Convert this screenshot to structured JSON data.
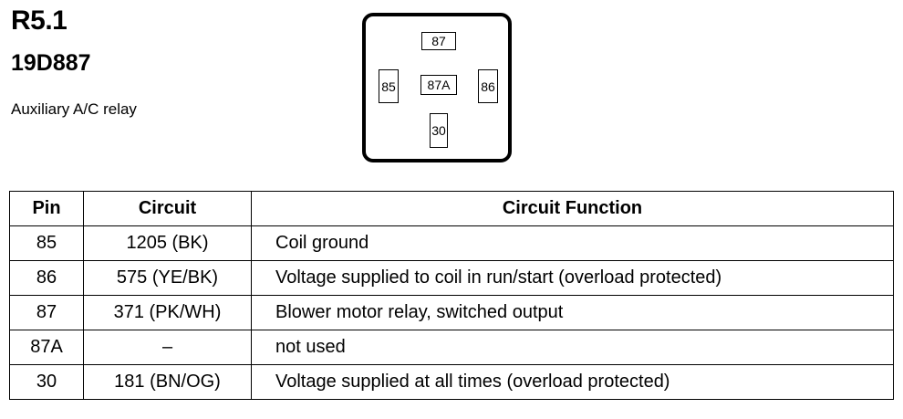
{
  "header": {
    "code": "R5.1",
    "part_number": "19D887",
    "description": "Auxiliary A/C relay"
  },
  "connector": {
    "terminals": {
      "t87": "87",
      "t85": "85",
      "t87a": "87A",
      "t86": "86",
      "t30": "30"
    }
  },
  "table": {
    "headers": {
      "pin": "Pin",
      "circuit": "Circuit",
      "function": "Circuit Function"
    },
    "rows": [
      {
        "pin": "85",
        "circuit": "1205 (BK)",
        "function": "Coil ground"
      },
      {
        "pin": "86",
        "circuit": "575 (YE/BK)",
        "function": "Voltage supplied to coil in run/start (overload protected)"
      },
      {
        "pin": "87",
        "circuit": "371 (PK/WH)",
        "function": "Blower motor relay, switched output"
      },
      {
        "pin": "87A",
        "circuit": "–",
        "function": "not used"
      },
      {
        "pin": "30",
        "circuit": "181 (BN/OG)",
        "function": "Voltage supplied at all times (overload protected)"
      }
    ]
  }
}
